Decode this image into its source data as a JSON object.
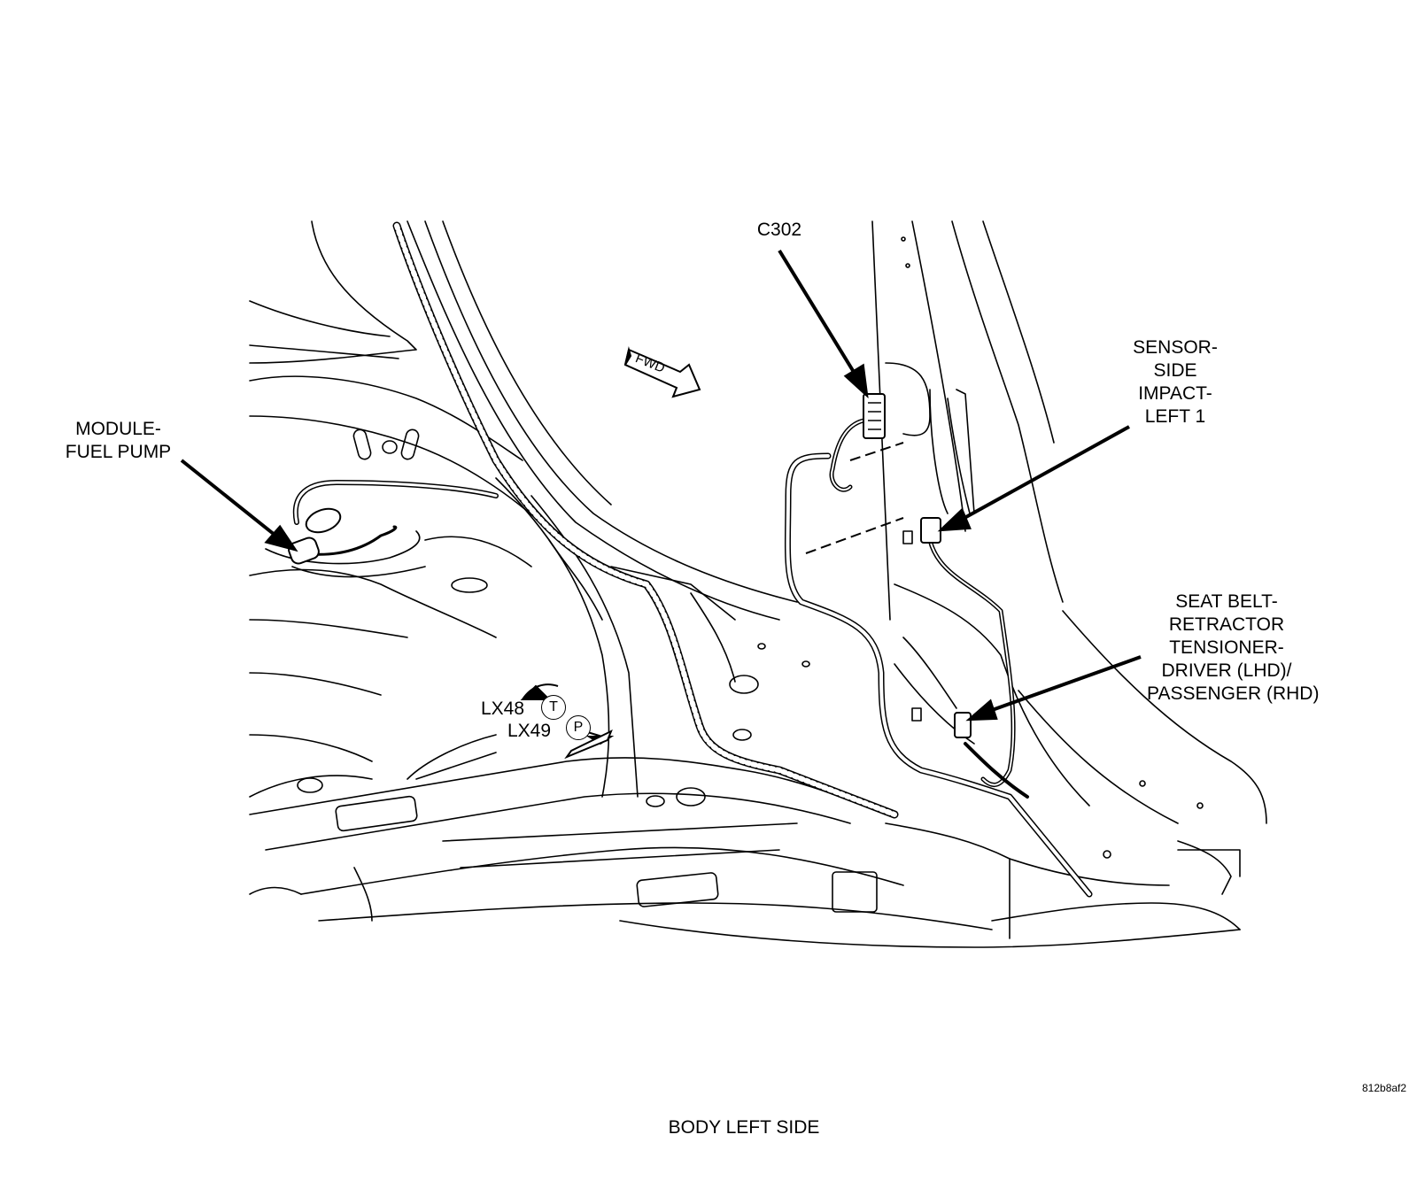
{
  "labels": {
    "module_fuel_pump": [
      "MODULE-",
      "FUEL PUMP"
    ],
    "c302": "C302",
    "sensor_side_impact": [
      "SENSOR-",
      "SIDE",
      "IMPACT-",
      "LEFT 1"
    ],
    "seat_belt_retractor": [
      "SEAT BELT-",
      "RETRACTOR",
      "TENSIONER-",
      "DRIVER (LHD)/",
      "PASSENGER (RHD)"
    ],
    "lx48": "LX48",
    "lx49": "LX49",
    "t_marker": "T",
    "p_marker": "P",
    "fwd": "FWD"
  },
  "caption": "BODY LEFT SIDE",
  "figure_id": "812b8af2"
}
